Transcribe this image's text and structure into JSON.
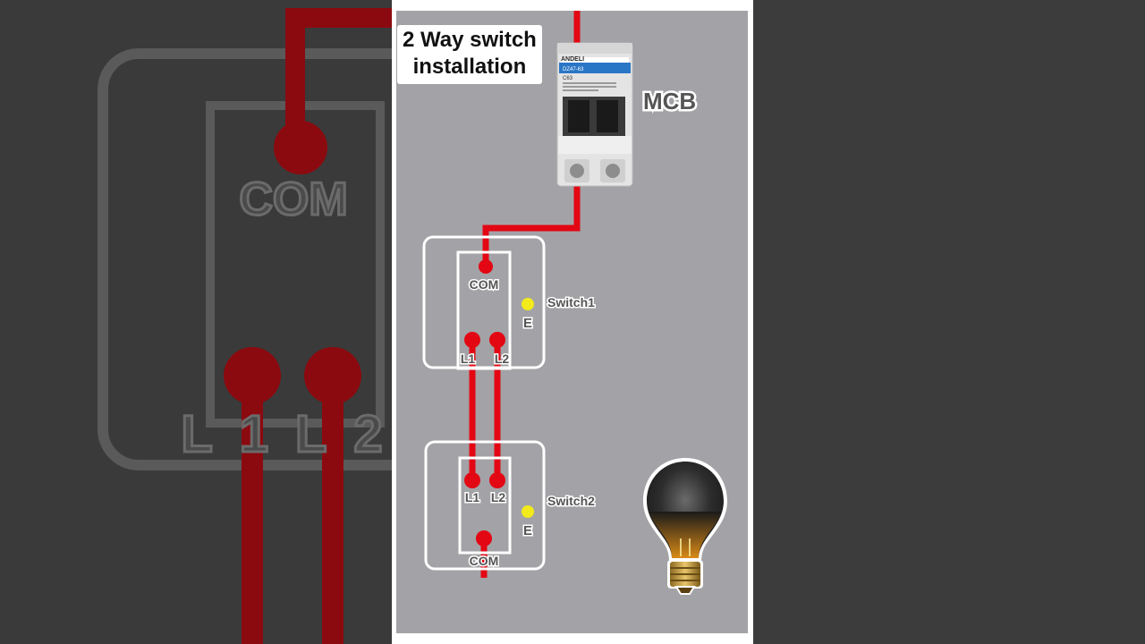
{
  "title": {
    "line1": "2 Way switch",
    "line2": "installation"
  },
  "mcb": {
    "label": "MCB",
    "brand": "ANDELI",
    "model": "DZ47-63",
    "rating": "C63"
  },
  "switch1": {
    "name": "Switch1",
    "com": "COM",
    "l1": "L1",
    "l2": "L2",
    "earth": "E"
  },
  "switch2": {
    "name": "Switch2",
    "com": "COM",
    "l1": "L1",
    "l2": "L2",
    "earth": "E"
  },
  "colors": {
    "wire": "#e30613",
    "earth_dot": "#f2ea1a",
    "panel": "#a3a2a6",
    "background": "#3a3a3a"
  }
}
